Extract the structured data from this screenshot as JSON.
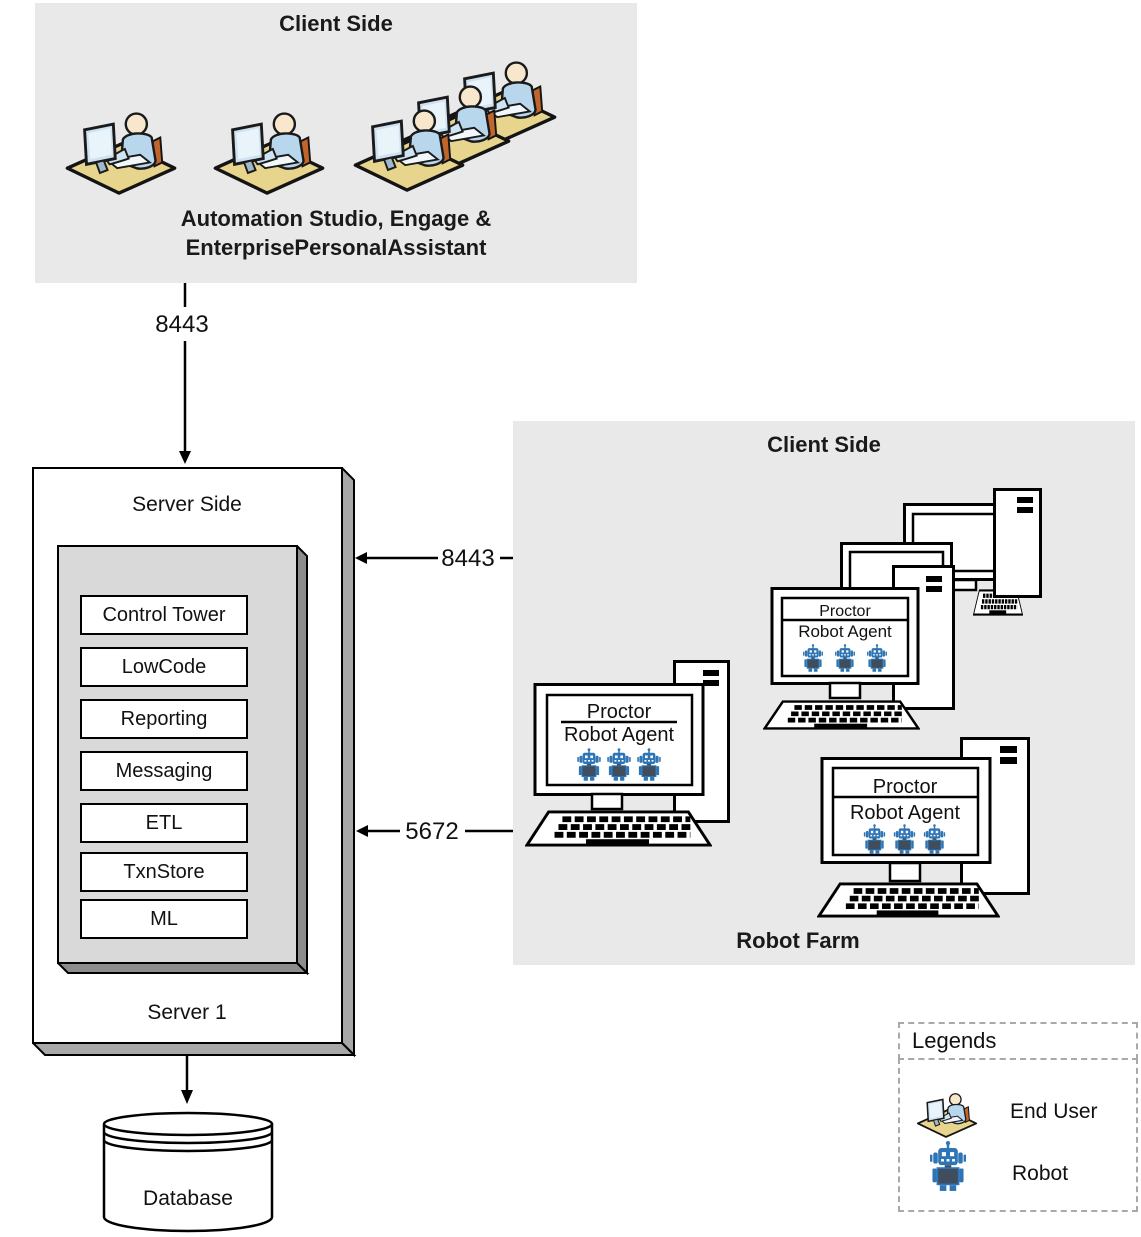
{
  "client_top": {
    "title": "Client Side",
    "caption_line1": "Automation Studio, Engage &",
    "caption_line2": "EnterprisePersonalAssistant"
  },
  "ports": {
    "clients_to_server": "8443",
    "robots_to_server_https": "8443",
    "robots_to_server_amqp": "5672"
  },
  "server": {
    "side_label": "Server Side",
    "server_label": "Server 1",
    "components": [
      "Control Tower",
      "LowCode",
      "Reporting",
      "Messaging",
      "ETL",
      "TxnStore",
      "ML"
    ],
    "database_label": "Database"
  },
  "robot_farm": {
    "title": "Client Side",
    "label": "Robot Farm",
    "screen_title": "Proctor",
    "screen_subtitle": "Robot Agent"
  },
  "legends": {
    "title": "Legends",
    "items": [
      {
        "icon": "end-user-icon",
        "label": "End User"
      },
      {
        "icon": "robot-icon",
        "label": "Robot"
      }
    ]
  },
  "colors": {
    "panel_bg": "#e9e9e9",
    "inner_box_bg": "#d9d9d9",
    "box_shadow_outer": "#a8a8a8",
    "box_shadow_inner": "#8c8c8c",
    "robot_blue": "#2e75b6",
    "robot_body": "#3f4d5c",
    "desk_tan": "#e7d48d",
    "shirt_blue": "#b9d7ec"
  }
}
